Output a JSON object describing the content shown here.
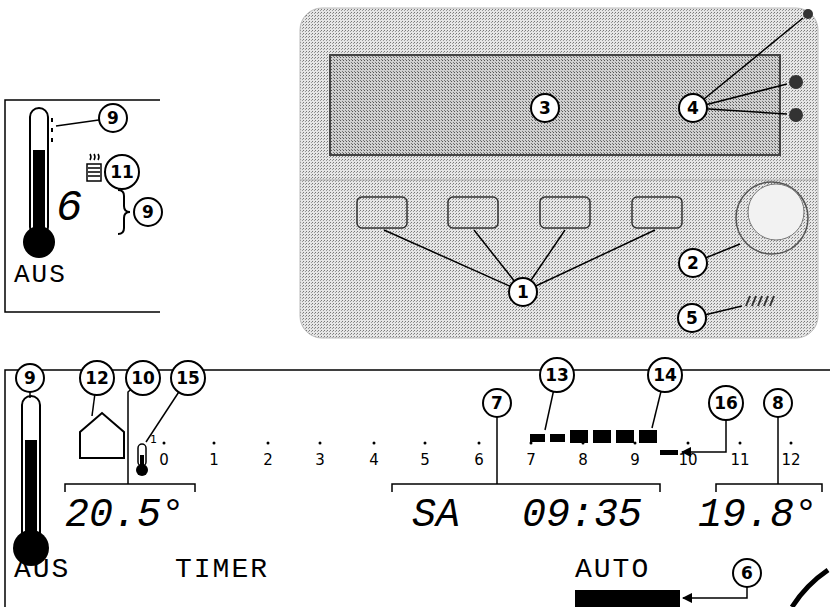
{
  "diagram": {
    "nodes": [
      {
        "text": [
          "9"
        ]
      },
      {
        "text": [
          "11"
        ]
      },
      {
        "text": [
          "9"
        ]
      },
      {
        "text": [
          "3"
        ]
      },
      {
        "text": [
          "4"
        ]
      },
      {
        "text": [
          "1"
        ]
      },
      {
        "text": [
          "2"
        ]
      },
      {
        "text": [
          "5"
        ]
      },
      {
        "text": [
          "9"
        ]
      },
      {
        "text": [
          "12"
        ]
      },
      {
        "text": [
          "10"
        ]
      },
      {
        "text": [
          "15"
        ]
      },
      {
        "text": [
          "13"
        ]
      },
      {
        "text": [
          "14"
        ]
      },
      {
        "text": [
          "7"
        ]
      },
      {
        "text": [
          "16"
        ]
      },
      {
        "text": [
          "8"
        ]
      },
      {
        "text": [
          "6"
        ]
      }
    ],
    "labels": [
      "6",
      "AUS",
      "0",
      "1",
      "2",
      "3",
      "4",
      "5",
      "6",
      "7",
      "8",
      "9",
      "10",
      "11",
      "12",
      "1",
      "20.5°",
      "SA",
      "09:35",
      "19.8°",
      "AUS",
      "TIMER",
      "AUTO"
    ]
  }
}
